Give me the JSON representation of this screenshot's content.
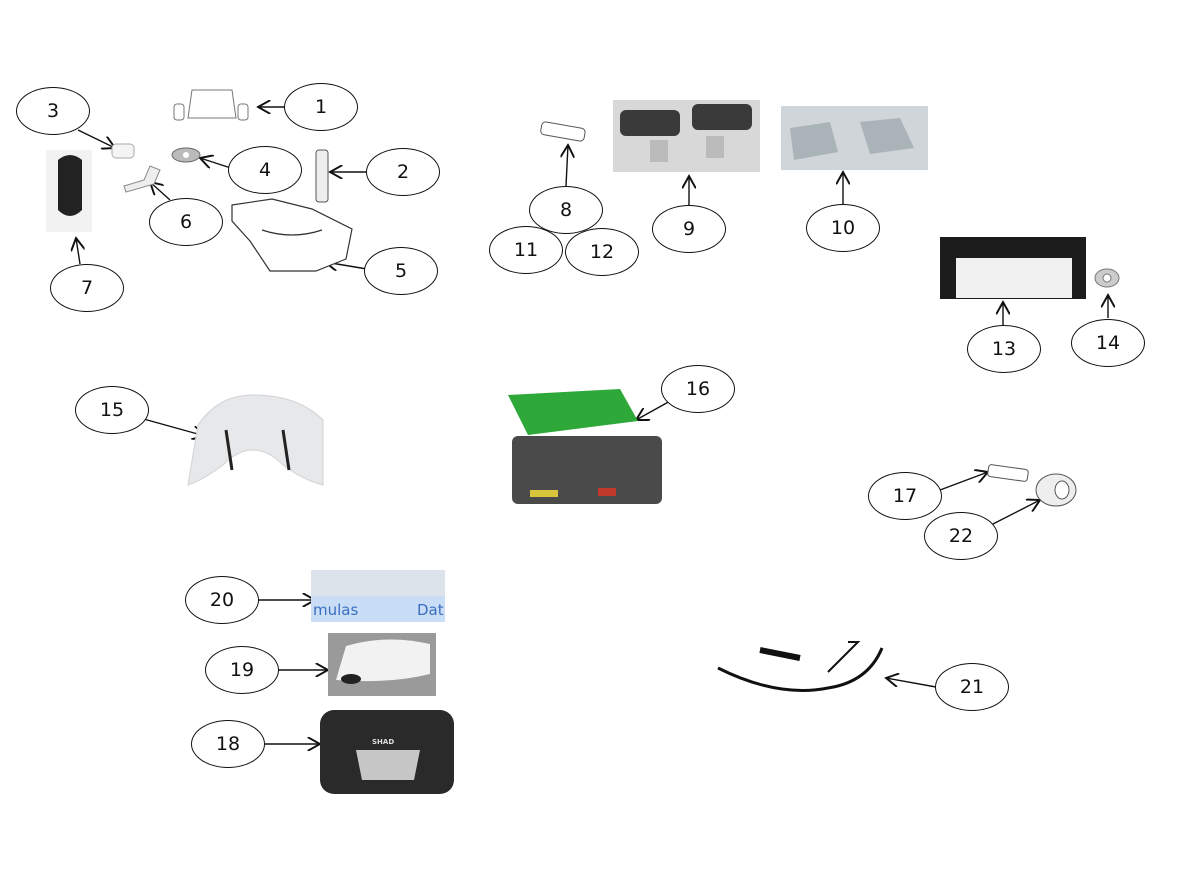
{
  "callouts": {
    "c1": "1",
    "c2": "2",
    "c3": "3",
    "c4": "4",
    "c5": "5",
    "c6": "6",
    "c7": "7",
    "c8": "8",
    "c9": "9",
    "c10": "10",
    "c11": "11",
    "c12": "12",
    "c13": "13",
    "c14": "14",
    "c15": "15",
    "c16": "16",
    "c17": "17",
    "c18": "18",
    "c19": "19",
    "c20": "20",
    "c21": "21",
    "c22": "22"
  },
  "item20": {
    "left_text": "mulas",
    "right_text": "Dat"
  },
  "item18": {
    "logo": "SHAD"
  },
  "colors": {
    "lid_green": "#2fa83a",
    "box_grey": "#4a4a4a",
    "screen_blue": "#c9def6"
  }
}
